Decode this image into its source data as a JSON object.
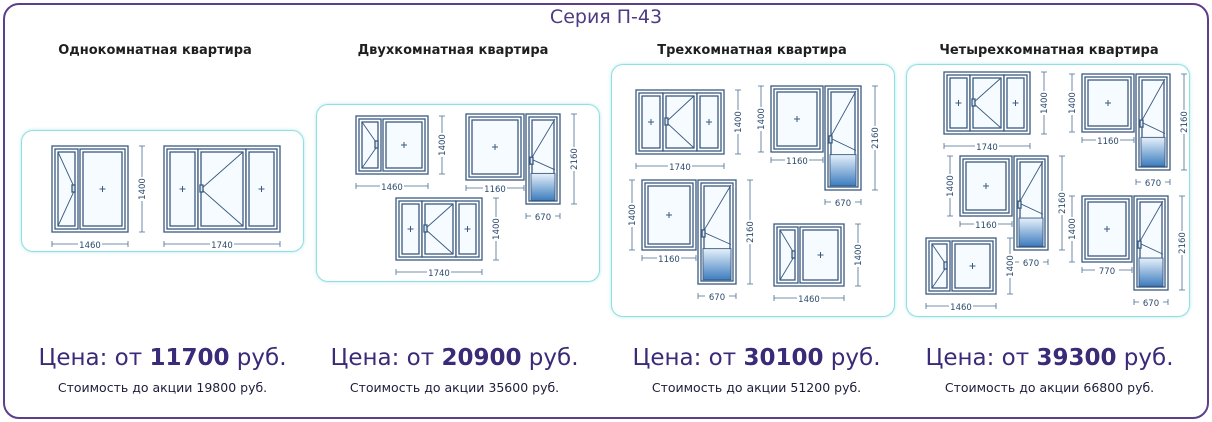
{
  "series": "Серия П-43",
  "price_prefix": "Цена: от",
  "currency": "руб.",
  "colors": {
    "accent": "#4f3a84",
    "panel_border": "#8fe0e3",
    "frame": "#5b3f8c",
    "glass": "#ffffff",
    "door_glass": "#3d7dbf"
  },
  "columns": [
    {
      "title": "Однокомнатная квартира",
      "price": "11700",
      "old_price_text": "Стоимость до акции 19800 руб.",
      "windows": [
        {
          "type": "two-sash",
          "width_label": "1460",
          "height_label": "1400"
        },
        {
          "type": "three-sash",
          "width_label": "1740"
        }
      ]
    },
    {
      "title": "Двухкомнатная квартира",
      "price": "20900",
      "old_price_text": "Стоимость до акции 35600 руб.",
      "windows": [
        {
          "type": "two-sash",
          "width_label": "1460",
          "height_label": "1400"
        },
        {
          "type": "balcony-block",
          "width_label": "1160",
          "door_width_label": "670",
          "height_label": "2160"
        },
        {
          "type": "three-sash",
          "width_label": "1740",
          "height_label": "1400"
        }
      ]
    },
    {
      "title": "Трехкомнатная квартира",
      "price": "30100",
      "old_price_text": "Стоимость до акции 51200 руб.",
      "windows": [
        {
          "type": "three-sash",
          "width_label": "1740",
          "height_label": "1400"
        },
        {
          "type": "balcony-block",
          "width_label": "1160",
          "door_width_label": "670",
          "height_label": "2160",
          "side_label": "1400"
        },
        {
          "type": "balcony-block",
          "width_label": "1160",
          "door_width_label": "670",
          "height_label": "2160",
          "side_label": "1400"
        },
        {
          "type": "two-sash",
          "width_label": "1460",
          "height_label": "1400"
        }
      ]
    },
    {
      "title": "Четырехкомнатная квартира",
      "price": "39300",
      "old_price_text": "Стоимость до акции 66800 руб.",
      "windows": [
        {
          "type": "three-sash",
          "width_label": "1740",
          "height_label": "1400"
        },
        {
          "type": "balcony-block",
          "width_label": "1160",
          "door_width_label": "670",
          "height_label": "2160",
          "side_label": "1400"
        },
        {
          "type": "balcony-block",
          "width_label": "1160",
          "door_width_label": "670",
          "height_label": "2160",
          "side_label": "1400"
        },
        {
          "type": "balcony-block",
          "width_label": "770",
          "door_width_label": "670",
          "height_label": "2160",
          "side_label": "1400"
        },
        {
          "type": "two-sash",
          "width_label": "1460",
          "height_label": "1400"
        }
      ]
    }
  ]
}
